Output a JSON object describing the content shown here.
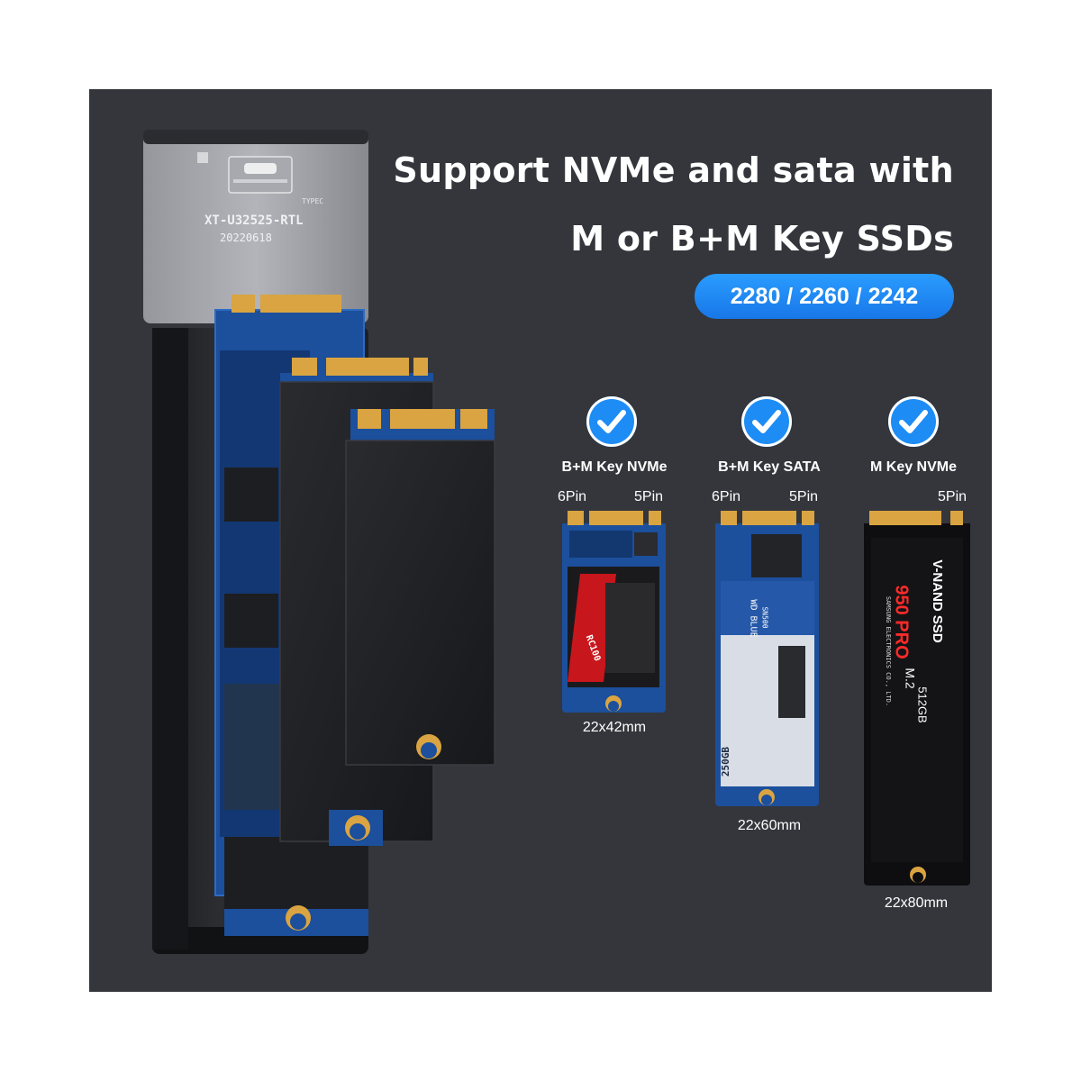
{
  "headline": {
    "line1": "Support NVMe and sata with",
    "line2": "M or B+M Key SSDs"
  },
  "sizes_pill": "2280 / 2260 / 2242",
  "enclosure": {
    "chip_model": "XT-U32525-RTL",
    "chip_date": "20220618",
    "connector_label": "TYPEC"
  },
  "ssd_types": [
    {
      "label": "B+M Key NVMe",
      "pin_left": "6Pin",
      "pin_right": "5Pin",
      "size": "22x42mm",
      "brand_text": "RC100"
    },
    {
      "label": "B+M Key SATA",
      "pin_left": "6Pin",
      "pin_right": "5Pin",
      "size": "22x60mm",
      "brand_text": "WD BLUE",
      "brand_sub": "SN500",
      "capacity": "250GB"
    },
    {
      "label": "M Key NVMe",
      "pin_left": "",
      "pin_right": "5Pin",
      "size": "22x80mm",
      "brand_text": "V-NAND SSD",
      "model": "950 PRO",
      "model_suffix": "M.2",
      "capacity": "512GB",
      "maker": "SAMSUNG ELECTRONICS CO., LTD."
    }
  ],
  "colors": {
    "background": "#34363b",
    "accent": "#1e8cf5",
    "pcb_blue": "#1c4f9c",
    "text": "#ffffff"
  },
  "icons": [
    "check-icon"
  ]
}
